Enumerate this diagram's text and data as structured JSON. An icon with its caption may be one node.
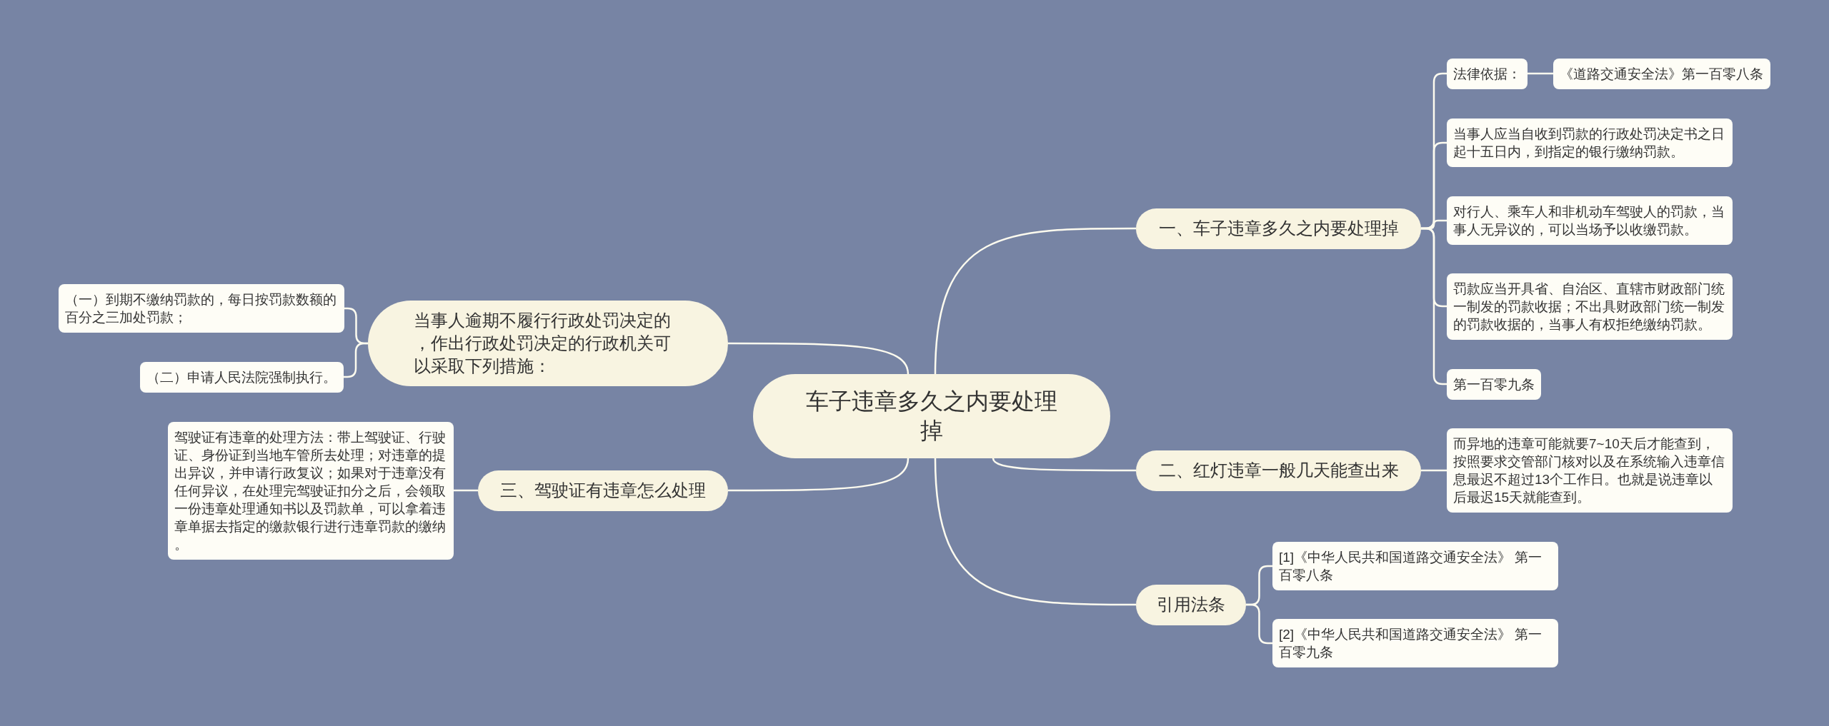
{
  "diagram": {
    "nodes": [
      {
        "text": [
          "车子违章多久之内要处理掉"
        ]
      },
      {
        "text": [
          "一、车子违章多久之内要处理掉"
        ]
      },
      {
        "text": [
          "法律依据："
        ]
      },
      {
        "text": [
          "《道路交通安全法》第一百零八条"
        ]
      },
      {
        "text": [
          "当事人应当自收到罚款的行政处罚决定书之日起十五日内，到指定的银行缴纳罚款。"
        ]
      },
      {
        "text": [
          "对行人、乘车人和非机动车驾驶人的罚款，当事人无异议的，可以当场予以收缴罚款。"
        ]
      },
      {
        "text": [
          "罚款应当开具省、自治区、直辖市财政部门统一制发的罚款收据；不出具财政部门统一制发的罚款收据的，当事人有权拒绝缴纳罚款。"
        ]
      },
      {
        "text": [
          "第一百零九条"
        ]
      },
      {
        "text": [
          "二、红灯违章一般几天能查出来"
        ]
      },
      {
        "text": [
          "而异地的违章可能就要7~10天后才能查到，按照要求交管部门核对以及在系统输入违章信息最迟不超过13个工作日。也就是说违章以后最迟15天就能查到。"
        ]
      },
      {
        "text": [
          "引用法条"
        ]
      },
      {
        "text": [
          "[1]《中华人民共和国道路交通安全法》 第一百零八条"
        ]
      },
      {
        "text": [
          "[2]《中华人民共和国道路交通安全法》 第一百零九条"
        ]
      },
      {
        "text": [
          "当事人逾期不履行行政处罚决定的，作出行政处罚决定的行政机关可以采取下列措施："
        ]
      },
      {
        "text": [
          "（一）到期不缴纳罚款的，每日按罚款数额的百分之三加处罚款；"
        ]
      },
      {
        "text": [
          "（二）申请人民法院强制执行。"
        ]
      },
      {
        "text": [
          "三、驾驶证有违章怎么处理"
        ]
      },
      {
        "text": [
          "驾驶证有违章的处理方法：带上驾驶证、行驶证、身份证到当地车管所去处理；对违章的提出异议，并申请行政复议；如果对于违章没有任何异议，在处理完驾驶证扣分之后，会领取一份违章处理通知书以及罚款单，可以拿着违章单据去指定的缴款银行进行违章罚款的缴纳。"
        ]
      }
    ],
    "edges": [
      {
        "from": 0,
        "to": 1,
        "arrow": "none"
      },
      {
        "from": 1,
        "to": 2,
        "arrow": "none"
      },
      {
        "from": 2,
        "to": 3,
        "arrow": "none"
      },
      {
        "from": 1,
        "to": 4,
        "arrow": "none"
      },
      {
        "from": 1,
        "to": 5,
        "arrow": "none"
      },
      {
        "from": 1,
        "to": 6,
        "arrow": "none"
      },
      {
        "from": 1,
        "to": 7,
        "arrow": "none"
      },
      {
        "from": 0,
        "to": 8,
        "arrow": "none"
      },
      {
        "from": 8,
        "to": 9,
        "arrow": "none"
      },
      {
        "from": 0,
        "to": 10,
        "arrow": "none"
      },
      {
        "from": 10,
        "to": 11,
        "arrow": "none"
      },
      {
        "from": 10,
        "to": 12,
        "arrow": "none"
      },
      {
        "from": 0,
        "to": 13,
        "arrow": "none"
      },
      {
        "from": 13,
        "to": 14,
        "arrow": "none"
      },
      {
        "from": 13,
        "to": 15,
        "arrow": "none"
      },
      {
        "from": 0,
        "to": 16,
        "arrow": "none"
      },
      {
        "from": 16,
        "to": 17,
        "arrow": "none"
      }
    ]
  }
}
